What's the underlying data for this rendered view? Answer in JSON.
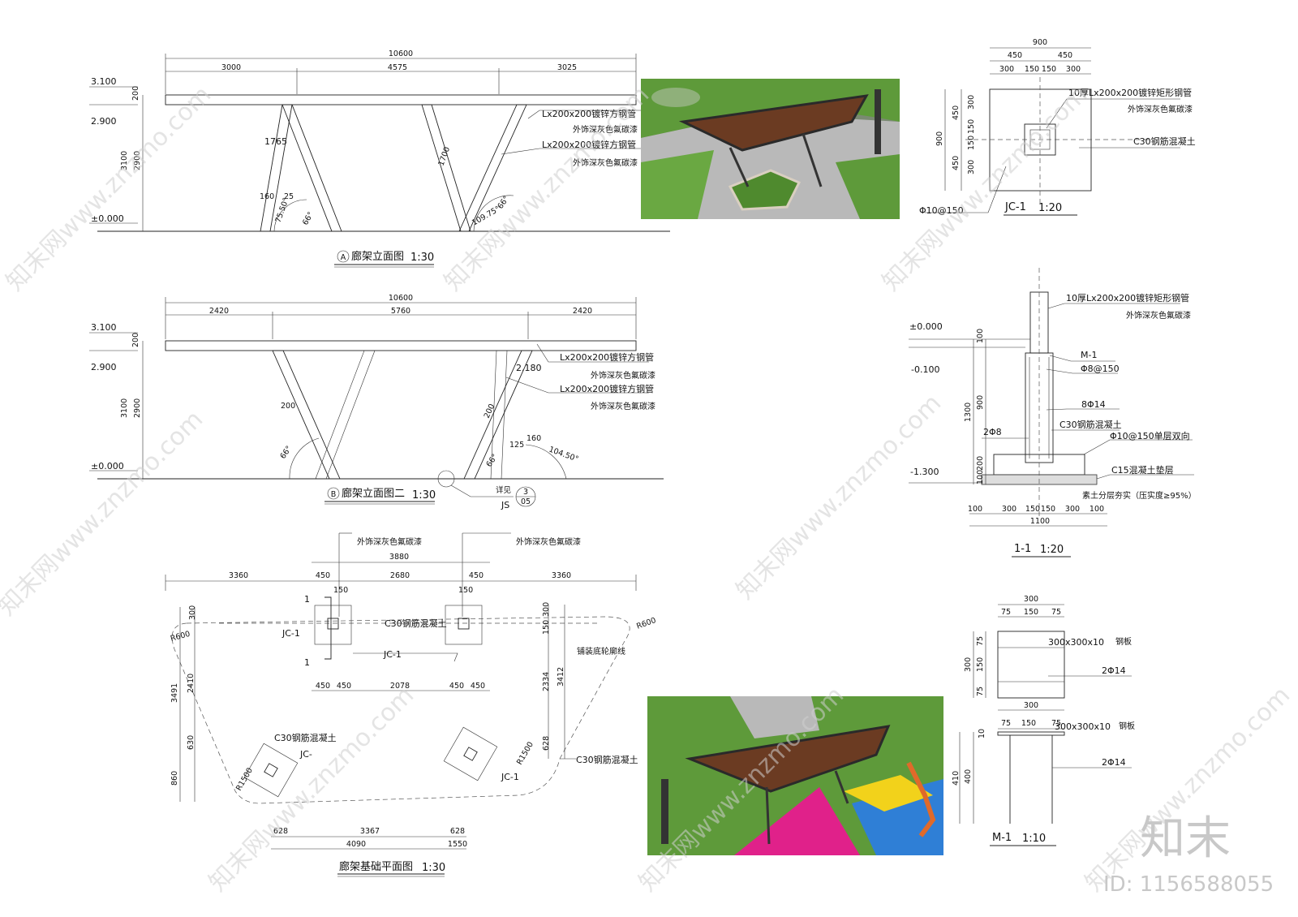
{
  "elevation_a": {
    "overall": "10600",
    "seg1": "3000",
    "seg2": "4575",
    "seg3": "3025",
    "lvl_top": "3.100",
    "lvl_mid": "2.900",
    "lvl_zero": "±0.000",
    "h200": "200",
    "h3100": "3100",
    "h2900": "2900",
    "d1765": "1765",
    "d1700": "1700",
    "d160": "160",
    "d25": "25",
    "a7550": "75.50°",
    "a66a": "66°",
    "a66b": "66°",
    "a10975": "109.75°",
    "label1": "Lx200x200镀锌方钢管",
    "label2": "外饰深灰色氟碳漆",
    "label3": "Lx200x200镀锌方钢管",
    "label4": "外饰深灰色氟碳漆",
    "title_mark": "A",
    "title": "廊架立面图",
    "scale": "1:30"
  },
  "elevation_b": {
    "overall": "10600",
    "seg1": "2420",
    "seg2": "5760",
    "seg3": "2420",
    "lvl_top": "3.100",
    "lvl_mid": "2.900",
    "lvl_zero": "±0.000",
    "h200": "200",
    "h3100": "3100",
    "h2900": "2900",
    "d200a": "200",
    "d200b": "200",
    "d2180": "2.180",
    "d125": "125",
    "d160": "160",
    "a66a": "66°",
    "a66b": "66°",
    "a10450": "104.50°",
    "label1": "Lx200x200镀锌方钢管",
    "label2": "外饰深灰色氟碳漆",
    "label3": "Lx200x200镀锌方钢管",
    "label4": "外饰深灰色氟碳漆",
    "title_mark": "B",
    "title": "廊架立面图二",
    "scale": "1:30",
    "detail_ref": "详见",
    "detail_num": "3",
    "detail_sheet": "05",
    "detail_code": "JS"
  },
  "plan": {
    "note_left": "外饰深灰色氟碳漆",
    "note_right": "外饰深灰色氟碳漆",
    "top_3880": "3880",
    "top_3360a": "3360",
    "top_450a": "450",
    "top_2680": "2680",
    "top_450b": "450",
    "top_3360b": "3360",
    "d150a": "150",
    "d150b": "150",
    "section_mark": "1",
    "jc1a": "JC-1",
    "jc1b": "JC-1",
    "jc1c": "JC-",
    "jc1d": "JC-1",
    "c30a": "C30钢筋混凝土",
    "c30b": "C30钢筋混凝土",
    "c30c": "C30钢筋混凝土",
    "r600a": "R600",
    "r600b": "R600",
    "r1500a": "R1500",
    "r1500b": "R1500",
    "edge_note": "铺装底轮廓线",
    "mid_450a": "450",
    "mid_450b": "450",
    "mid_2078": "2078",
    "mid_450c": "450",
    "mid_450d": "450",
    "l300": "300",
    "l3491": "3491",
    "l2410": "2410",
    "l630": "630",
    "l860": "860",
    "r300": "300",
    "r150": "150",
    "r3412": "3412",
    "r2334": "2334",
    "r628": "628",
    "b628a": "628",
    "b3367": "3367",
    "b628b": "628",
    "b4090": "4090",
    "b1550": "1550",
    "title": "廊架基础平面图",
    "scale": "1:30"
  },
  "jc1": {
    "top900": "900",
    "t450a": "450",
    "t450b": "450",
    "t300a": "300",
    "t150a": "150",
    "t150b": "150",
    "t300b": "300",
    "l900": "900",
    "l450a": "450",
    "l450b": "450",
    "l300a": "300",
    "l150a": "150",
    "l150b": "150",
    "l300b": "300",
    "label1": "10厚Lx200x200镀锌矩形钢管",
    "label2": "外饰深灰色氟碳漆",
    "label3": "C30钢筋混凝土",
    "rebar": "Φ10@150",
    "title": "JC-1",
    "scale": "1:20"
  },
  "sec11": {
    "label1": "10厚Lx200x200镀锌矩形钢管",
    "label2": "外饰深灰色氟碳漆",
    "lvl0": "±0.000",
    "lvl1": "-0.100",
    "lvl2": "-1.300",
    "m1": "M-1",
    "r1": "Φ8@150",
    "r2": "8Φ14",
    "r3": "2Φ8",
    "r4": "C30钢筋混凝土",
    "r5": "Φ10@150单层双向",
    "r6": "C15混凝土垫层",
    "r7": "素土分层夯实（压实度≥95%）",
    "h100a": "100",
    "h1300": "1300",
    "h900": "900",
    "h200": "200",
    "h100b": "100",
    "b100a": "100",
    "b300a": "300",
    "b150a": "150",
    "b150b": "150",
    "b300b": "300",
    "b100b": "100",
    "b1100": "1100",
    "title": "1-1",
    "scale": "1:20"
  },
  "m1": {
    "top300": "300",
    "t75a": "75",
    "t150": "150",
    "t75b": "75",
    "l300": "300",
    "l75a": "75",
    "l150": "150",
    "l75b": "75",
    "plate1": "300x300x10",
    "plate1b": "钢板",
    "bar1": "2Φ14",
    "s300": "300",
    "s75a": "75",
    "s150": "150",
    "s75b": "75",
    "plate2": "300x300x10",
    "plate2b": "钢板",
    "bar2": "2Φ14",
    "h10": "10",
    "h410": "410",
    "h400": "400",
    "title": "M-1",
    "scale": "1:10"
  },
  "brand": {
    "logo": "知末",
    "id": "ID: 1156588055",
    "watermark": "知末网www.znzmo.com"
  },
  "colors": {
    "grass": "#5e9a3a",
    "deck": "#6b3b22",
    "paving": "#b9b9b9",
    "magenta": "#e0218a",
    "yellow": "#f2d21b",
    "blue": "#2f7fd6"
  }
}
